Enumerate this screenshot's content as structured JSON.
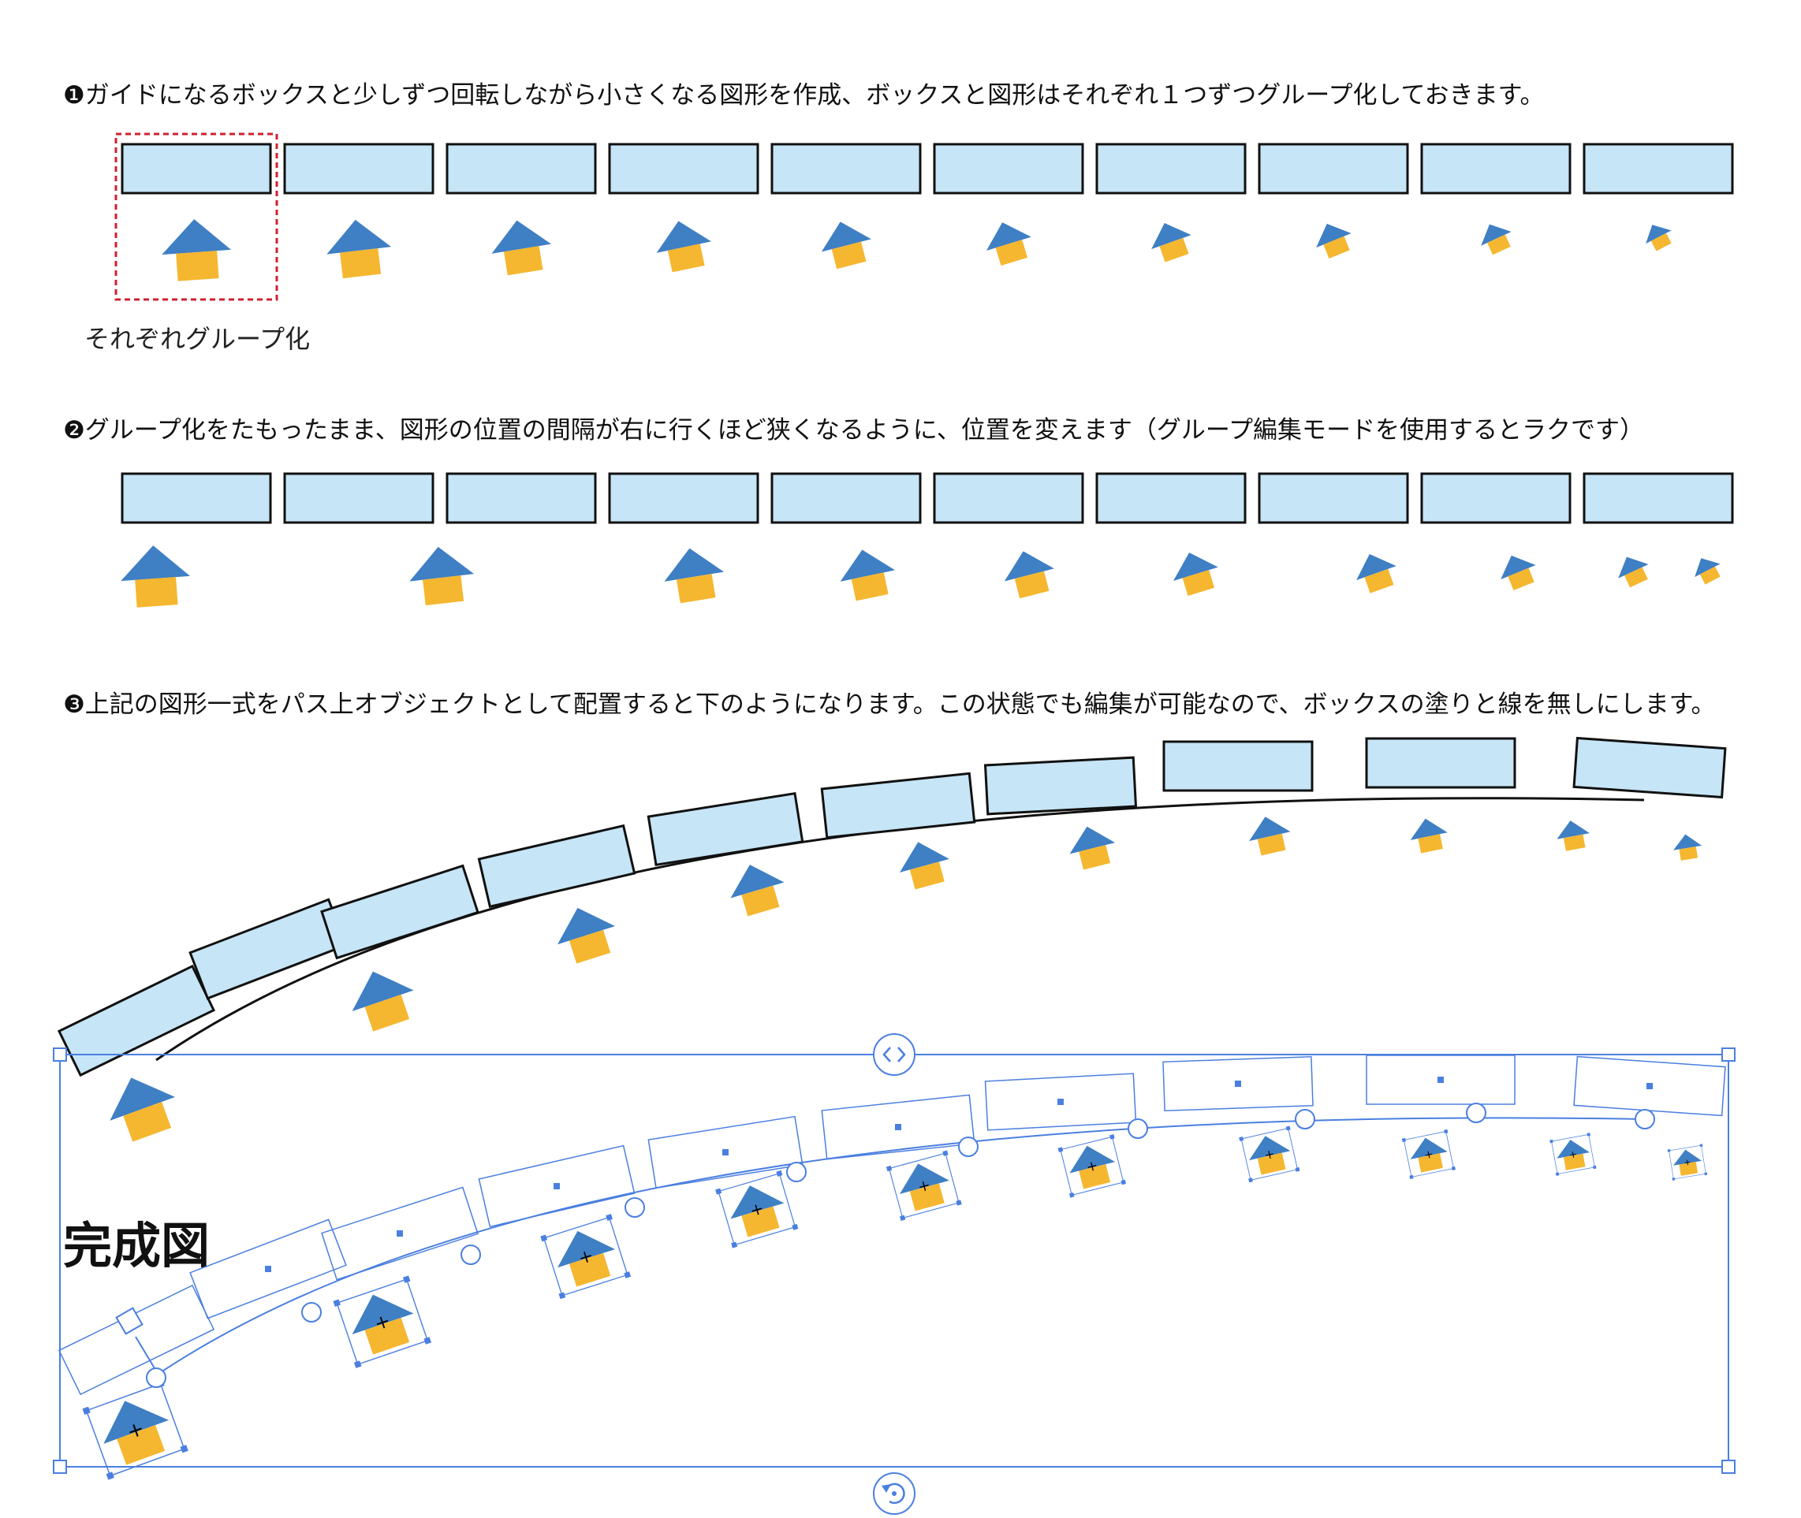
{
  "steps": [
    {
      "text": "❶ガイドになるボックスと少しずつ回転しながら小さくなる図形を作成、ボックスと図形はそれぞれ１つずつグループ化しておきます。"
    },
    {
      "text": "❷グループ化をたもったまま、図形の位置の間隔が右に行くほど狭くなるように、位置を変えます（グループ編集モードを使用するとラクです）"
    },
    {
      "text": "❸上記の図形一式をパス上オブジェクトとして配置すると下のようになります。この状態でも編集が可能なので、ボックスの塗りと線を無しにします。"
    }
  ],
  "group_caption": "それぞれグループ化",
  "final_label": "完成図",
  "colors": {
    "box_fill": "#c6e5f6",
    "roof": "#3f7fc4",
    "body": "#f5b730",
    "selection": "#4a7fe0",
    "guide_dash": "#d0202f"
  }
}
